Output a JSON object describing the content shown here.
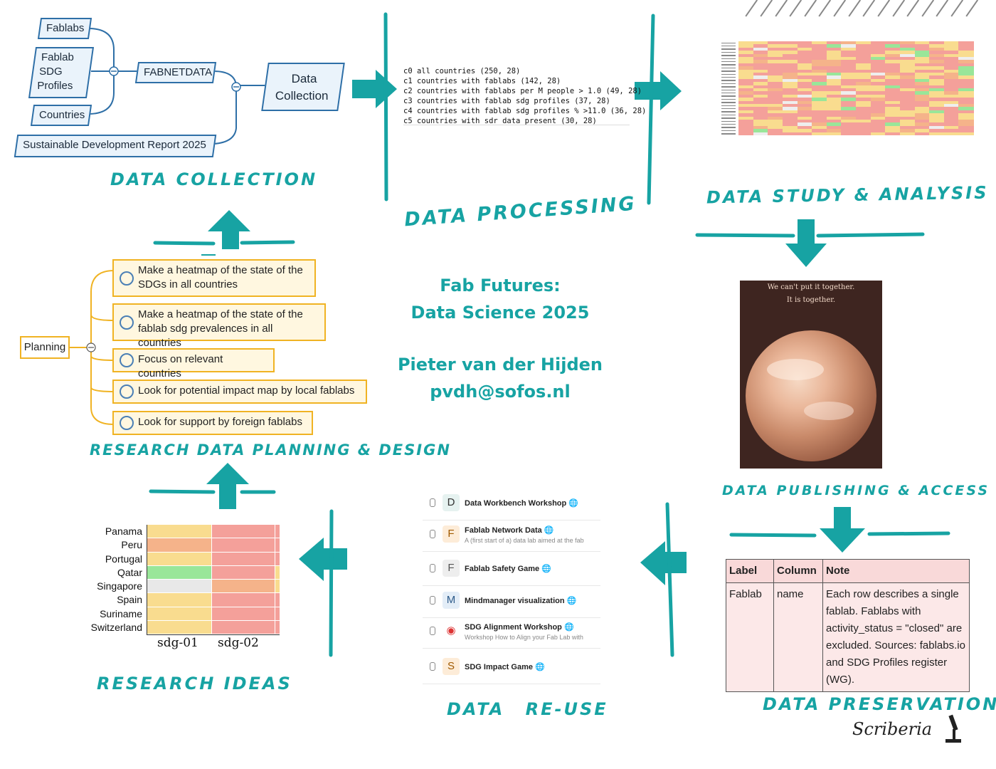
{
  "center": {
    "line1": "Fab Futures:",
    "line2": "Data Science 2025",
    "author": "Pieter van der Hijden",
    "email": "pvdh@sofos.nl"
  },
  "stages": {
    "collection": "DATA COLLECTION",
    "processing": "DATA PROCESSING",
    "analysis": "DATA STUDY & ANALYSIS",
    "publishing": "DATA PUBLISHING & ACCESS",
    "preservation": "DATA PRESERVATION",
    "reuse": "DATA RE-USE",
    "ideas": "RESEARCH IDEAS",
    "planning": "RESEARCH DATA PLANNING & DESIGN"
  },
  "collection_map": {
    "fablabs": "Fablabs",
    "sdg_profiles_1": "Fablab",
    "sdg_profiles_2": "SDG",
    "sdg_profiles_3": "Profiles",
    "countries": "Countries",
    "fabnetdata": "FABNETDATA",
    "data_collection_1": "Data",
    "data_collection_2": "Collection",
    "sdr": "Sustainable Development Report 2025",
    "collapse_symbol": "⊖"
  },
  "processing_log": [
    "c0 all countries (250, 28)",
    "c1 countries with fablabs (142, 28)",
    "c2 countries with fablabs per M people > 1.0 (49, 28)",
    "c3 countries with fablab sdg profiles (37, 28)",
    "c4 countries with fablab sdg profiles % >11.0 (36, 28)",
    "c5 countries with sdr data present (30, 28)"
  ],
  "poster": {
    "line1": "We can't put it together.",
    "line2": "It is together."
  },
  "preservation_table": {
    "headers": [
      "Label",
      "Column",
      "Note"
    ],
    "row": [
      "Fablab",
      "name",
      "Each row describes a single fablab. Fablabs with activity_status = \"closed\" are excluded. Sources: fablabs.io and SDG Profiles register (WG)."
    ]
  },
  "reuse_items": [
    {
      "icon": "D",
      "title": "Data Workbench Workshop",
      "subtitle": "",
      "icon_bg": "#e6f2f0",
      "icon_color": "#333"
    },
    {
      "icon": "F",
      "title": "Fablab Network Data",
      "subtitle": "A (first start of a) data lab aimed at the fab",
      "icon_bg": "#fdecd8",
      "icon_color": "#a05a00"
    },
    {
      "icon": "F",
      "title": "Fablab Safety Game",
      "subtitle": "",
      "icon_bg": "#eeeeee",
      "icon_color": "#555"
    },
    {
      "icon": "M",
      "title": "Mindmanager visualization",
      "subtitle": "",
      "icon_bg": "#e3edf7",
      "icon_color": "#2e5b8a"
    },
    {
      "icon": "◉",
      "title": "SDG Alignment Workshop",
      "subtitle": "Workshop How to Align your Fab Lab with",
      "icon_bg": "#ffffff",
      "icon_color": "#d33"
    },
    {
      "icon": "S",
      "title": "SDG Impact Game",
      "subtitle": "",
      "icon_bg": "#fdecd8",
      "icon_color": "#a05a00"
    }
  ],
  "planning": {
    "root": "Planning",
    "items": [
      "Make a heatmap of the state of the SDGs in all countries",
      "Make a heatmap of the state of the fablab sdg prevalences in all countries",
      "Focus on relevant countries",
      "Look for potential impact map by local fablabs",
      "Look for support by foreign fablabs"
    ]
  },
  "ideas_heatmap": {
    "rows": [
      "Panama",
      "Peru",
      "Portugal",
      "Qatar",
      "Singapore",
      "Spain",
      "Suriname",
      "Switzerland"
    ],
    "cols": [
      "sdg-01",
      "sdg-02"
    ],
    "colors": [
      [
        "#f9dc8f",
        "#f4a09a"
      ],
      [
        "#f5b38a",
        "#f4a09a"
      ],
      [
        "#f9dc8f",
        "#f4a09a"
      ],
      [
        "#99e699",
        "#f4a09a"
      ],
      [
        "#e8e8e8",
        "#f5b38a"
      ],
      [
        "#f9dc8f",
        "#f4a09a"
      ],
      [
        "#f9dc8f",
        "#f4a09a"
      ],
      [
        "#f9dc8f",
        "#f4a09a"
      ]
    ]
  },
  "signature": "Scriberia",
  "colors": {
    "teal": "#17a3a3",
    "blue": "#2e6fa7",
    "amber": "#f0b323"
  }
}
